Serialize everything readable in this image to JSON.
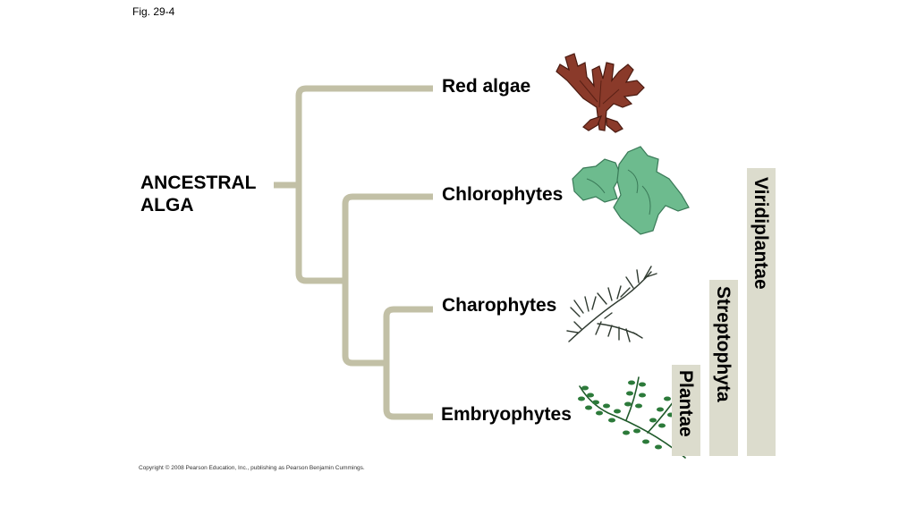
{
  "figure_label": "Fig. 29-4",
  "root": {
    "line1": "ANCESTRAL",
    "line2": "ALGA"
  },
  "taxa": [
    {
      "label": "Red algae",
      "icon": "red-algae-icon"
    },
    {
      "label": "Chlorophytes",
      "icon": "chlorophyte-icon"
    },
    {
      "label": "Charophytes",
      "icon": "charophyte-icon"
    },
    {
      "label": "Embryophytes",
      "icon": "embryophyte-fern-icon"
    }
  ],
  "clades": [
    {
      "label": "Plantae"
    },
    {
      "label": "Streptophyta"
    },
    {
      "label": "Viridiplantae"
    }
  ],
  "copyright": "Copyright © 2008 Pearson Education, Inc., publishing as Pearson Benjamin Cummings.",
  "colors": {
    "branch": "#c2c0a6",
    "bracket": "#dcdccd",
    "red_algae": "#8a3a2a",
    "chlorophyte": "#6dbb8e",
    "charophyte": "#2f3a30",
    "embryophyte": "#2c7a3a"
  }
}
